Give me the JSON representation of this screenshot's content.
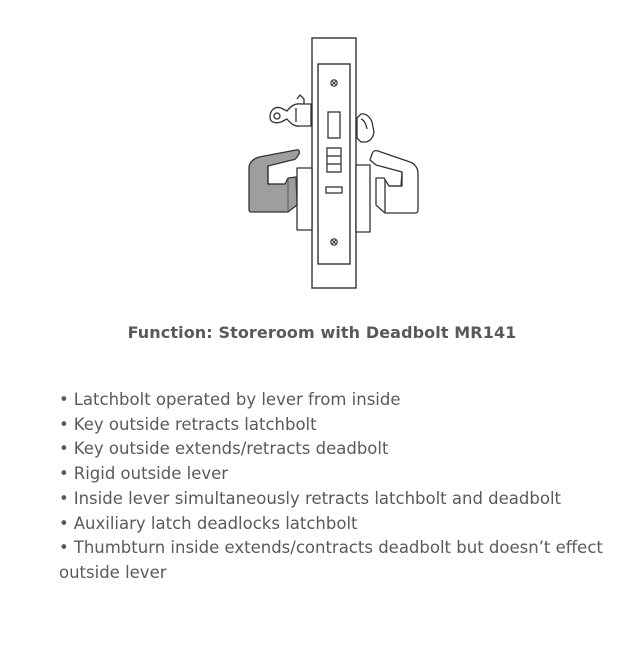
{
  "title": "Function: Storeroom with Deadbolt MR141",
  "features": [
    "Latchbolt operated by lever from inside",
    "Key outside retracts latchbolt",
    "Key outside extends/retracts deadbolt",
    "Rigid outside lever",
    "Inside lever simultaneously retracts latchbolt and deadbolt",
    "Auxiliary latch deadlocks latchbolt",
    "Thumbturn inside extends/contracts deadbolt but doesn’t effect outside lever"
  ],
  "bullet_char": "•",
  "colors": {
    "outside_lever_fill": "#9e9e9e",
    "line": "#333333",
    "text": "#5a5a5a"
  },
  "icons": [
    "key-icon",
    "thumbturn-icon",
    "outside-lever-icon",
    "inside-lever-icon"
  ]
}
